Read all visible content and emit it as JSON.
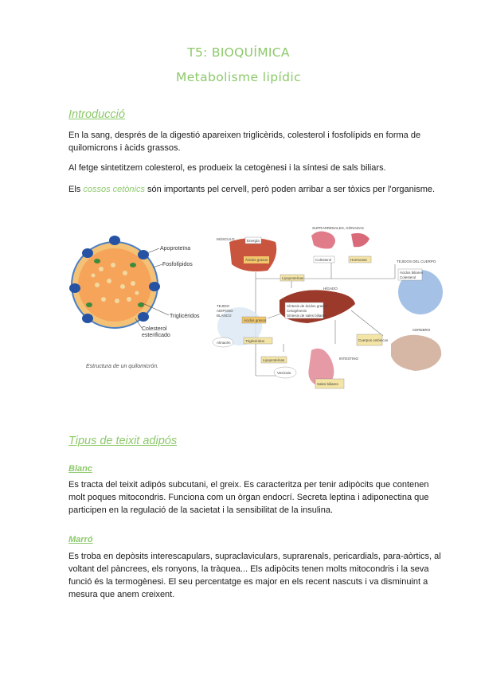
{
  "title": "T5: BIOQUÍMICA",
  "subtitle": "Metabolisme lipídic",
  "intro": {
    "heading": "Introducció",
    "p1": "En la sang, després de la digestió apareixen triglicèrids, colesterol i fosfolípids en forma de quilomicrons i àcids grassos.",
    "p2": "Al fetge sintetitzem colesterol, es produeix la cetogènesi i la síntesi de sals biliars.",
    "p3_pre": "Els ",
    "p3_highlight": "cossos cetònics",
    "p3_post": " són importants pel cervell, però poden arribar a ser tòxics per l'organisme."
  },
  "figure_left": {
    "labels": {
      "apoproteina": "Apoproteïna",
      "fosfolipids": "Fosfolípidos",
      "trigliceridos": "Triglicéridos",
      "colesterol": "Colesterol",
      "esterificado": "esterificado"
    },
    "caption": "Estructura de un quilomicrón."
  },
  "figure_right": {
    "labels": {
      "musculo": "MÚSCULO",
      "energia": "Energía",
      "acidos_grasos_1": "Ácidos grasos",
      "suprarrenales": "SUPRARRENALES, GÓNADAS",
      "colesterol": "Colesterol",
      "hormonas": "Hormonas",
      "tejidos": "TEJIDOS DEL CUERPO",
      "acidos_biliares": "Ácidos biliares",
      "colesterol2": "Colesterol",
      "lipoproteinas": "Lipoproteínas",
      "higado": "HÍGADO",
      "sintesis_1": "Síntesis de ácidos grasos",
      "cetogenesis": "Cetogénesis",
      "sintesis_2": "Síntesis de sales biliares",
      "tejido": "TEJIDO",
      "adiposo": "ADIPOSO",
      "blanco": "BLANCO",
      "acidos_grasos_2": "Ácidos grasos",
      "almacen": "Almacén",
      "trigliceridos": "Triglicéridos",
      "cerebro": "CEREBRO",
      "cuerpos_cetonicos": "Cuerpos cetónicos",
      "lipoproteinas2": "Lipoproteínas",
      "intestino": "INTESTINO",
      "vesicula": "Vesícula",
      "sales_biliares": "Sales biliares"
    }
  },
  "tipus": {
    "heading": "Tipus de teixit adipós",
    "blanc_heading": "Blanc",
    "blanc_text": "Es tracta del teixit adipós subcutani, el greix. Es caracteritza per tenir adipòcits que contenen molt poques mitocondris. Funciona com un òrgan endocrí. Secreta leptina i adiponectina que participen en la regulació de la sacietat i la sensibilitat de la insulina.",
    "marro_heading": "Marró",
    "marro_text": "Es troba en depòsits interescapulars, supraclaviculars, suprarenals, pericardials, para-aòrtics, al voltant del pàncrees, els ronyons, la tràquea... Els adipòcits tenen molts mitocondris i la seva funció és la termogènesi. El seu percentatge es major en els recent nascuts i va disminuint a mesura que anem creixent."
  },
  "colors": {
    "accent": "#8cc96a",
    "text": "#1a1a1a"
  }
}
